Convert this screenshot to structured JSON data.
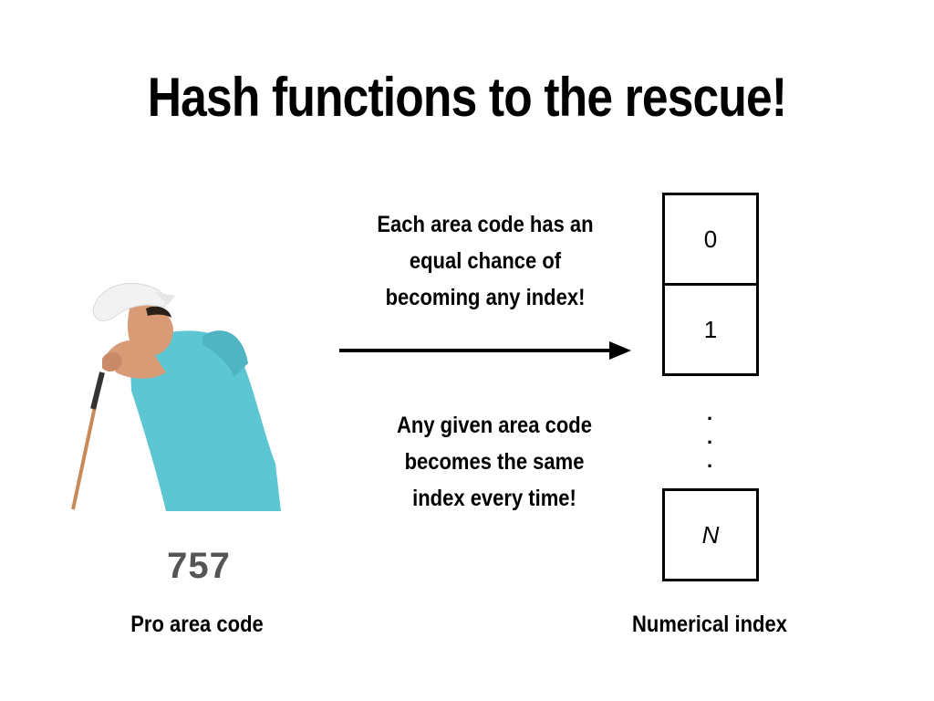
{
  "title": "Hash functions to the rescue!",
  "left": {
    "area_code": "757",
    "label": "Pro area code"
  },
  "middle": {
    "top_caption": [
      "Each area code has an",
      "equal chance of",
      "becoming any index!"
    ],
    "bottom_caption": [
      "Any given area code",
      "becomes the same",
      "index every time!"
    ]
  },
  "right": {
    "boxes": [
      "0",
      "1",
      "N"
    ],
    "dots": ".",
    "label": "Numerical index"
  },
  "colors": {
    "shirt": "#5cc6d3",
    "cap": "#f2f2f2",
    "skin": "#d99a76",
    "number": "#555555"
  }
}
